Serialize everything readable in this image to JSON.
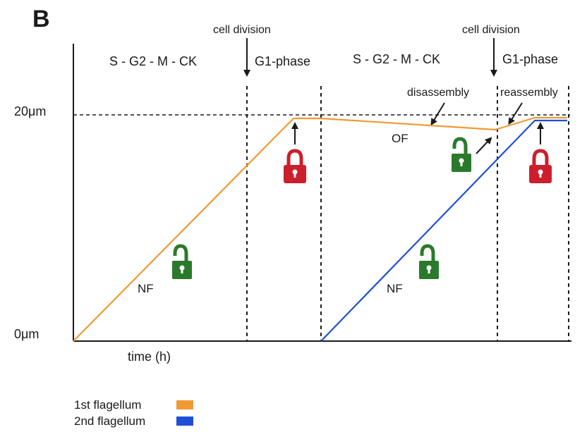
{
  "figure": {
    "panel_label": "B",
    "y_axis": {
      "top_label": "20μm",
      "bottom_label": "0μm"
    },
    "x_axis": {
      "label": "time (h)"
    },
    "phases": {
      "cycle1_division": "cell division",
      "cycle1_sgmck": "S - G2 - M - CK",
      "cycle1_g1": "G1-phase",
      "cycle2_division": "cell division",
      "cycle2_sgmck": "S - G2 - M - CK",
      "cycle2_g1": "G1-phase"
    },
    "annotations": {
      "disassembly": "disassembly",
      "reassembly": "reassembly",
      "nf1": "NF",
      "nf2": "NF",
      "of": "OF"
    },
    "legend": [
      {
        "label": "1st flagellum",
        "color": "#ef9a33"
      },
      {
        "label": "2nd flagellum",
        "color": "#1f4fd6"
      }
    ],
    "colors": {
      "lock_open": "#2b7a2b",
      "lock_closed": "#cc1f2b",
      "axis": "#1a1a1a"
    },
    "icons": {
      "locks": [
        "lock-open-icon",
        "lock-closed-icon",
        "lock-open-icon",
        "lock-open-icon",
        "lock-closed-icon"
      ]
    }
  }
}
